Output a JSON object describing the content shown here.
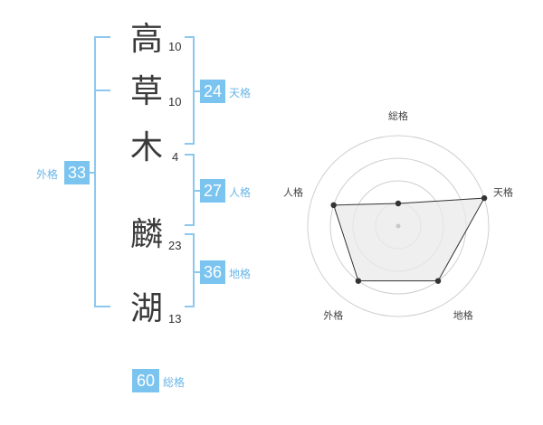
{
  "name": {
    "characters": [
      {
        "char": "高",
        "strokes": "10"
      },
      {
        "char": "草",
        "strokes": "10"
      },
      {
        "char": "木",
        "strokes": "4"
      },
      {
        "char": "麟",
        "strokes": "23"
      },
      {
        "char": "湖",
        "strokes": "13"
      }
    ]
  },
  "scores": {
    "tenkaku": {
      "value": "24",
      "label": "天格"
    },
    "jinkaku": {
      "value": "27",
      "label": "人格"
    },
    "chikaku": {
      "value": "36",
      "label": "地格"
    },
    "gaikaku": {
      "value": "33",
      "label": "外格"
    },
    "soukaku": {
      "value": "60",
      "label": "総格"
    }
  },
  "chart_data": {
    "type": "radar",
    "axes": [
      "総格",
      "天格",
      "地格",
      "外格",
      "人格"
    ],
    "levels": 4,
    "max": 4,
    "values": [
      1,
      4,
      3,
      3,
      3
    ],
    "colors": {
      "fill": "#e9e9e9",
      "line": "#333333",
      "grid": "#cfcfcf"
    }
  }
}
